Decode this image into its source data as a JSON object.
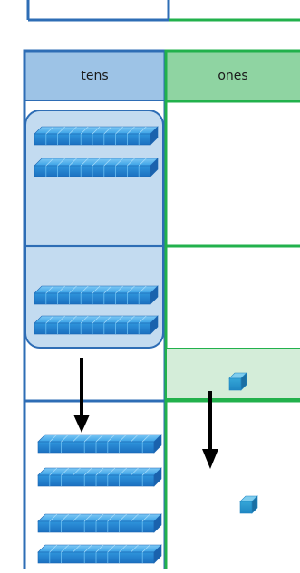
{
  "columns": {
    "tens": {
      "label": "tens"
    },
    "ones": {
      "label": "ones"
    }
  },
  "colors": {
    "tens_border": "#2e6db5",
    "ones_border": "#22b14c",
    "tens_header_fill": "#9dc3e6",
    "ones_header_fill": "#8fd4a2",
    "group_fill": "#bdd7ee",
    "regroup_strip_fill": "#d4edd9",
    "block_blue": "#2d8fd5",
    "arrow": "#000000"
  },
  "blocks": {
    "tens_in_group": 4,
    "tens_below": 4,
    "ones_in_strip": 1,
    "ones_below": 1
  }
}
